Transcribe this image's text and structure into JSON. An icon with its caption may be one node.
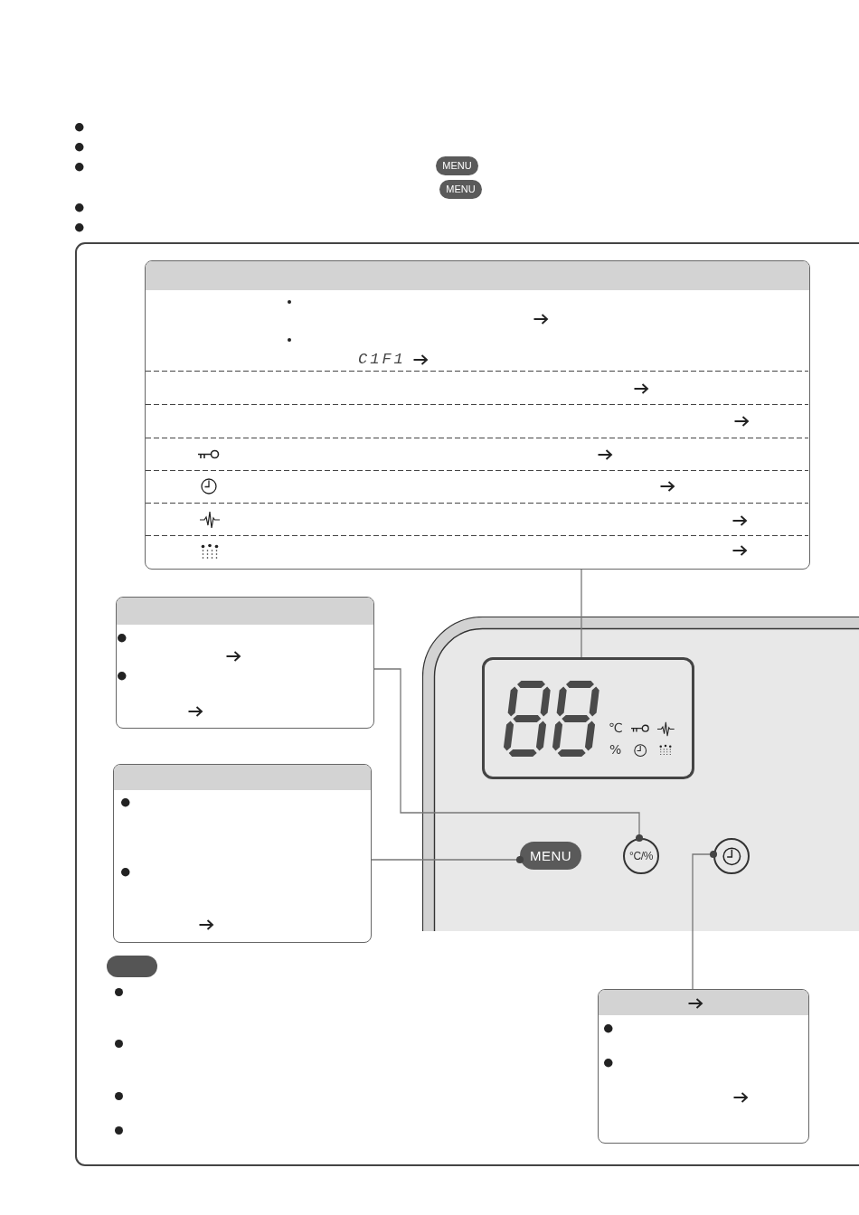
{
  "diagram": {
    "nodes": [
      {
        "text": [],
        "shape": "box"
      },
      {
        "text": [],
        "shape": "box"
      },
      {
        "text": [],
        "shape": "box"
      },
      {
        "text": [
          "℃",
          "%"
        ],
        "in": 2
      },
      {
        "text": [],
        "shape": "box"
      },
      {
        "text": [
          "MENU"
        ],
        "in": 2
      },
      {
        "text": [
          "°C/%"
        ],
        "in": 2
      },
      {
        "text": [],
        "shape": "circle",
        "in": 2
      },
      {
        "text": [],
        "shape": "box"
      }
    ],
    "edges": [
      {
        "from": 0,
        "to": 3,
        "arrow": "none"
      },
      {
        "from": 1,
        "to": 6,
        "arrow": "other"
      },
      {
        "from": 4,
        "to": 5,
        "arrow": "other"
      },
      {
        "from": 8,
        "to": 7,
        "arrow": "other"
      }
    ],
    "labels": [
      "MENU",
      "MENU",
      "C1F1"
    ]
  }
}
